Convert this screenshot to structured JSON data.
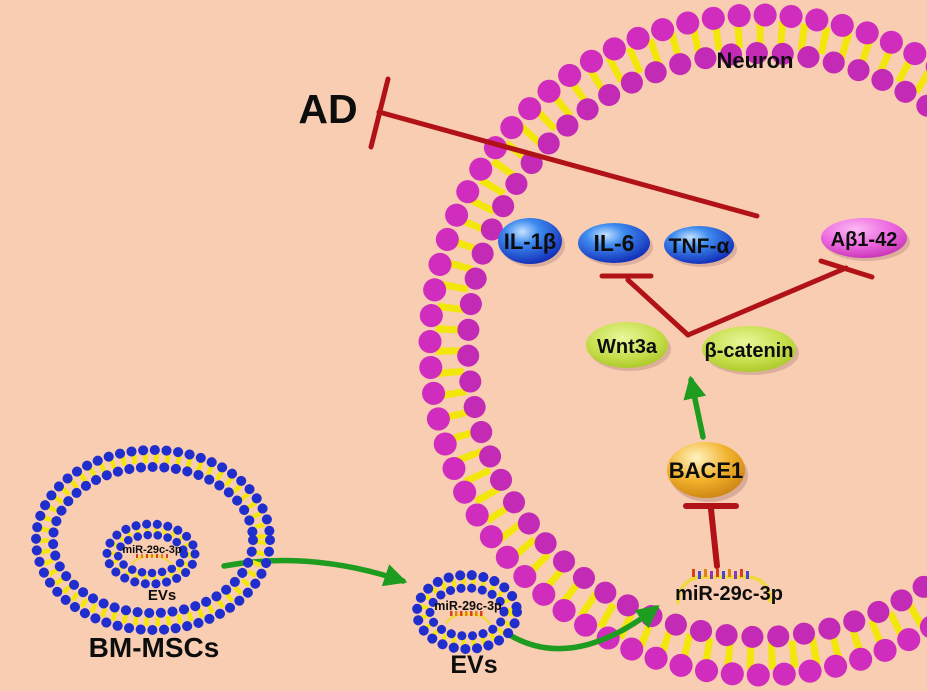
{
  "neuron": {
    "label": "Neuron"
  },
  "disease": {
    "label": "AD"
  },
  "cytokines": {
    "il1b": "IL-1β",
    "il6": "IL-6",
    "tnfa": "TNF-α"
  },
  "amyloid": {
    "label": "Aβ1-42"
  },
  "wnt_pathway": {
    "wnt3a": "Wnt3a",
    "beta_catenin": "β-catenin"
  },
  "enzyme": {
    "bace1": "BACE1"
  },
  "mirna": {
    "neuron": "miR-29c-3p",
    "ev_transport": "miR-29c-3p",
    "ev_source": "miR-29c-3p"
  },
  "vesicles": {
    "ev_transport_label": "EVs",
    "ev_source_label": "EVs"
  },
  "source_cell": {
    "label": "BM-MSCs"
  },
  "icons": {
    "membrane": "lipid-bilayer-bead-membrane",
    "rna": "mirna-strand-icon",
    "activation": "green-arrow",
    "inhibition": "red-tbar"
  },
  "colors": {
    "background": "#F9CDB2",
    "membrane_bead_magenta": "#D02CBE",
    "lipid_yellow": "#F2E60A",
    "vesicle_bead_blue": "#1F2ECC",
    "activation_green": "#1E9C20",
    "inhibition_red": "#B01218",
    "cytokine_blue": "#2E6FE0",
    "amyloid_pink": "#E667DD",
    "wnt_green": "#BFDB3C",
    "bace1_orange": "#F2B32D",
    "text_black": "#0D0D0D"
  }
}
